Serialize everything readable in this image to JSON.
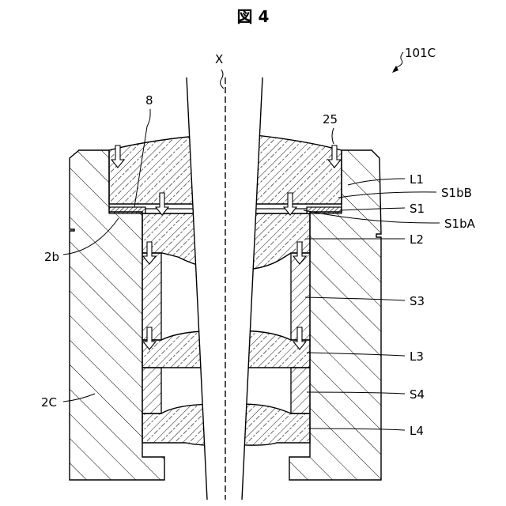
{
  "figure": {
    "title": "図 4",
    "axis_label": "X",
    "assembly_ref": "101C"
  },
  "labels": {
    "l1": "L1",
    "s1bb": "S1bB",
    "s1": "S1",
    "s1ba": "S1bA",
    "l2": "L2",
    "s3": "S3",
    "l3": "L3",
    "s4": "S4",
    "l4": "L4",
    "ref_25": "25",
    "ref_8": "8",
    "ref_2b": "2b",
    "ref_2c": "2C"
  }
}
